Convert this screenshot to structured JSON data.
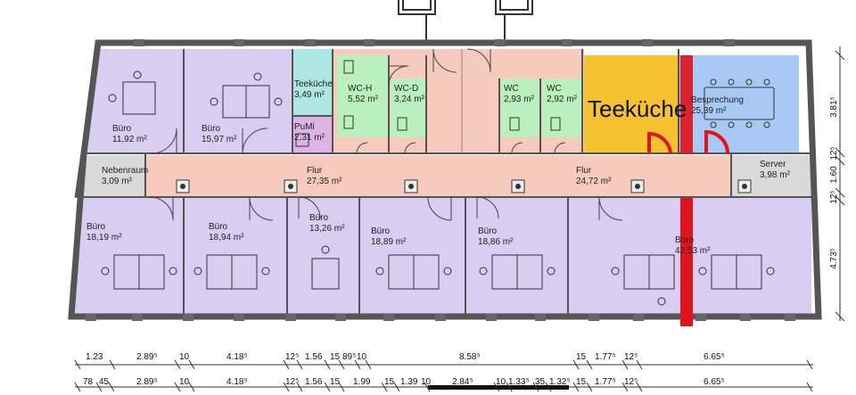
{
  "colors": {
    "office": "#d9cdf1",
    "corridor": "#f6cbbd",
    "wc": "#b9f0bd",
    "tea_small": "#aee6e3",
    "pumi": "#dcb4e6",
    "tea_large": "#f7c230",
    "meeting": "#a9c9f5",
    "server": "#d9d9d9",
    "marker": "#e0141c",
    "wall": "#555555"
  },
  "rooms": {
    "buero1": {
      "name": "Büro",
      "area": "11,92 m²"
    },
    "buero2": {
      "name": "Büro",
      "area": "15,97 m²"
    },
    "teekueche_small": {
      "name": "Teeküche",
      "area": "3,49 m²"
    },
    "pumi": {
      "name": "PuMi",
      "area": "2,31 m²"
    },
    "wch": {
      "name": "WC-H",
      "area": "5,52 m²"
    },
    "wcd": {
      "name": "WC-D",
      "area": "3,24 m²"
    },
    "wc1": {
      "name": "WC",
      "area": "2,93 m²"
    },
    "wc2": {
      "name": "WC",
      "area": "2,92 m²"
    },
    "teekueche_large": {
      "name": "Teeküche"
    },
    "besprechung": {
      "name": "Besprechung",
      "area": "25,39 m²"
    },
    "nebenraum": {
      "name": "Nebenraum",
      "area": "3,09 m²"
    },
    "flur1": {
      "name": "Flur",
      "area": "27,35 m²"
    },
    "flur2": {
      "name": "Flur",
      "area": "24,72 m²"
    },
    "server": {
      "name": "Server",
      "area": "3,98 m²"
    },
    "buero3": {
      "name": "Büro",
      "area": "18,19 m²"
    },
    "buero4": {
      "name": "Büro",
      "area": "18,94 m²"
    },
    "buero5": {
      "name": "Büro",
      "area": "13,26 m²"
    },
    "buero6": {
      "name": "Büro",
      "area": "18,89 m²"
    },
    "buero7": {
      "name": "Büro",
      "area": "18,86 m²"
    },
    "buero8": {
      "name": "Büro",
      "area": "42,53 m²"
    }
  },
  "dims_right": {
    "d1": "3.81⁵",
    "d2": "12⁵",
    "d3": "1.60",
    "d4": "12⁵",
    "d5": "4.73⁵"
  },
  "dims_row1": {
    "a": "1.23",
    "b": "2.89⁵",
    "c": "10",
    "d": "4.18⁵",
    "e": "12⁵",
    "f": "1.56",
    "g": "15",
    "h": "89⁵",
    "i": "10",
    "j": "8.58⁵",
    "k": "15",
    "l": "1.77⁵",
    "m": "12⁵",
    "n": "6.65⁵"
  },
  "dims_row2": {
    "a": "78",
    "b": "45",
    "c": "2.89⁵",
    "d": "10",
    "e": "4.18⁵",
    "f": "12⁵",
    "g": "1.56",
    "h": "15",
    "i": "1.99",
    "j": "15",
    "k": "1.39",
    "l": "10",
    "m": "2.84⁵",
    "n": "10",
    "o": "1.33⁵",
    "p": "35",
    "q": "1.32⁵",
    "r": "15",
    "s": "1.77⁵",
    "t": "12⁵",
    "u": "6.65⁵"
  }
}
